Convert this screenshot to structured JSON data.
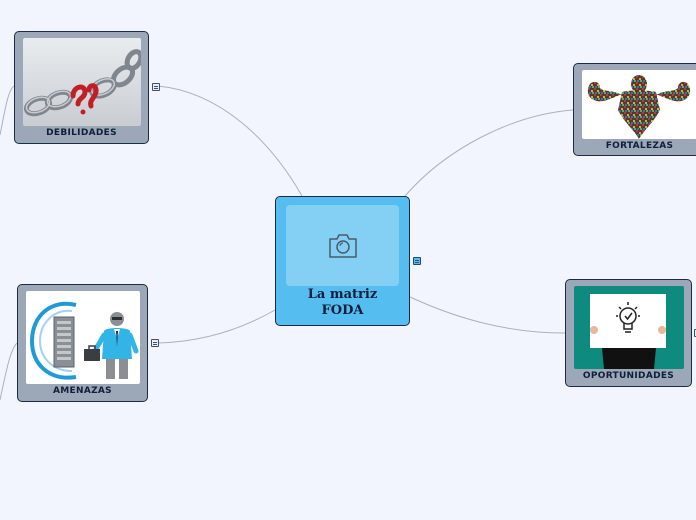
{
  "central": {
    "title_line1": "La matriz",
    "title_line2": "FODA",
    "icon": "camera-icon",
    "color": "#55bdf0"
  },
  "branches": {
    "debilidades": {
      "label": "DEBILIDADES",
      "image": "broken-chain-image"
    },
    "fortalezas": {
      "label": "FORTALEZAS",
      "image": "muscle-figure-image"
    },
    "amenazas": {
      "label": "AMENAZAS",
      "image": "businessman-server-image"
    },
    "oportunidades": {
      "label": "OPORTUNIDADES",
      "image": "lightbulb-sign-image"
    }
  },
  "colors": {
    "background": "#f2f5fd",
    "node_fill": "#9ca8b8",
    "node_border": "#1c2c47",
    "connector": "#a9b1c1"
  }
}
